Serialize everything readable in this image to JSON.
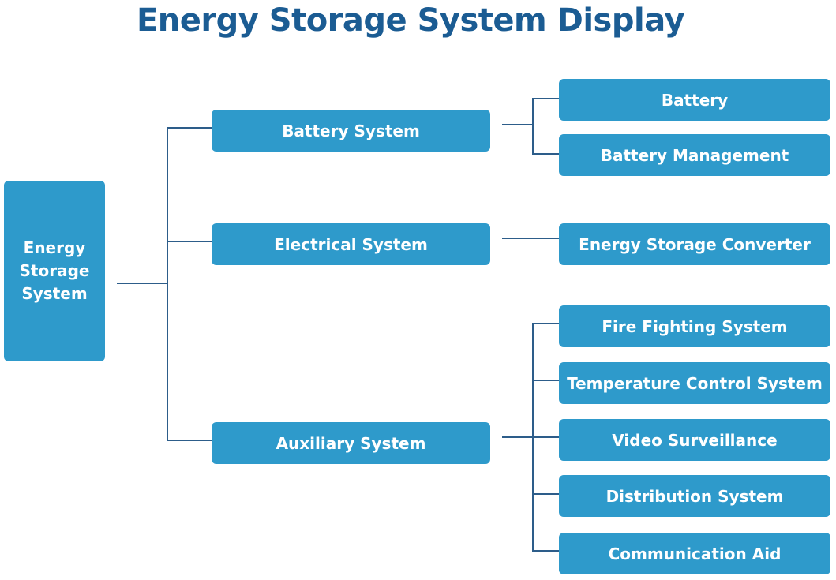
{
  "title": "Energy Storage System Display",
  "root": {
    "label": "Energy Storage System"
  },
  "groups": [
    {
      "label": "Battery System",
      "children": [
        "Battery",
        "Battery Management"
      ]
    },
    {
      "label": "Electrical System",
      "children": [
        "Energy Storage Converter"
      ]
    },
    {
      "label": "Auxiliary System",
      "children": [
        "Fire Fighting System",
        "Temperature Control System",
        "Video Surveillance",
        "Distribution System",
        "Communication Aid"
      ]
    }
  ],
  "colors": {
    "title": "#1b5c93",
    "node_fill": "#2e9acb",
    "node_text": "#ffffff",
    "connector": "#2d5d8a"
  }
}
